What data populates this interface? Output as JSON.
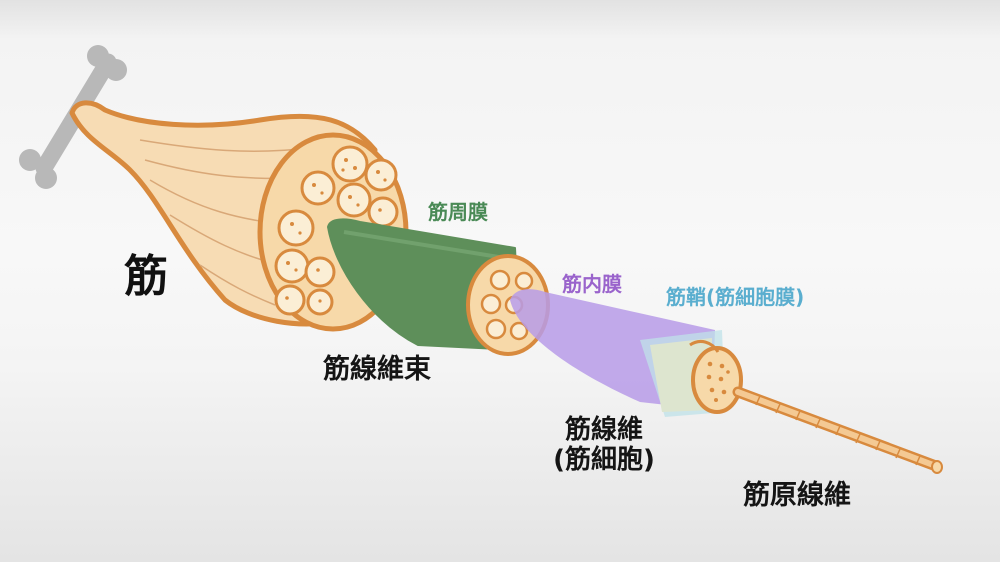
{
  "labels": {
    "muscle": "筋",
    "epimysium": "筋周膜",
    "fascicle": "筋線維束",
    "endomysium": "筋内膜",
    "sarcolemma": "筋鞘(筋細胞膜)",
    "muscle_fiber": "筋線維",
    "muscle_fiber_sub": "(筋細胞)",
    "myofibril": "筋原線維"
  },
  "colors": {
    "muscle_fill": "#f7dcb4",
    "muscle_outline": "#d88a3e",
    "epimysium_sheath": "#5e8f5a",
    "endomysium_sheath": "#b79be8",
    "sarcolemma_sheath": "#bfe1e8",
    "bone": "#b8b8b8",
    "label_green": "#4a8a56",
    "label_purple": "#9a64cc",
    "label_blue": "#5aaecf"
  },
  "icons": [
    "bone-icon",
    "muscle-illustration",
    "fascicle-illustration",
    "muscle-fiber-illustration",
    "myofibril-illustration"
  ]
}
